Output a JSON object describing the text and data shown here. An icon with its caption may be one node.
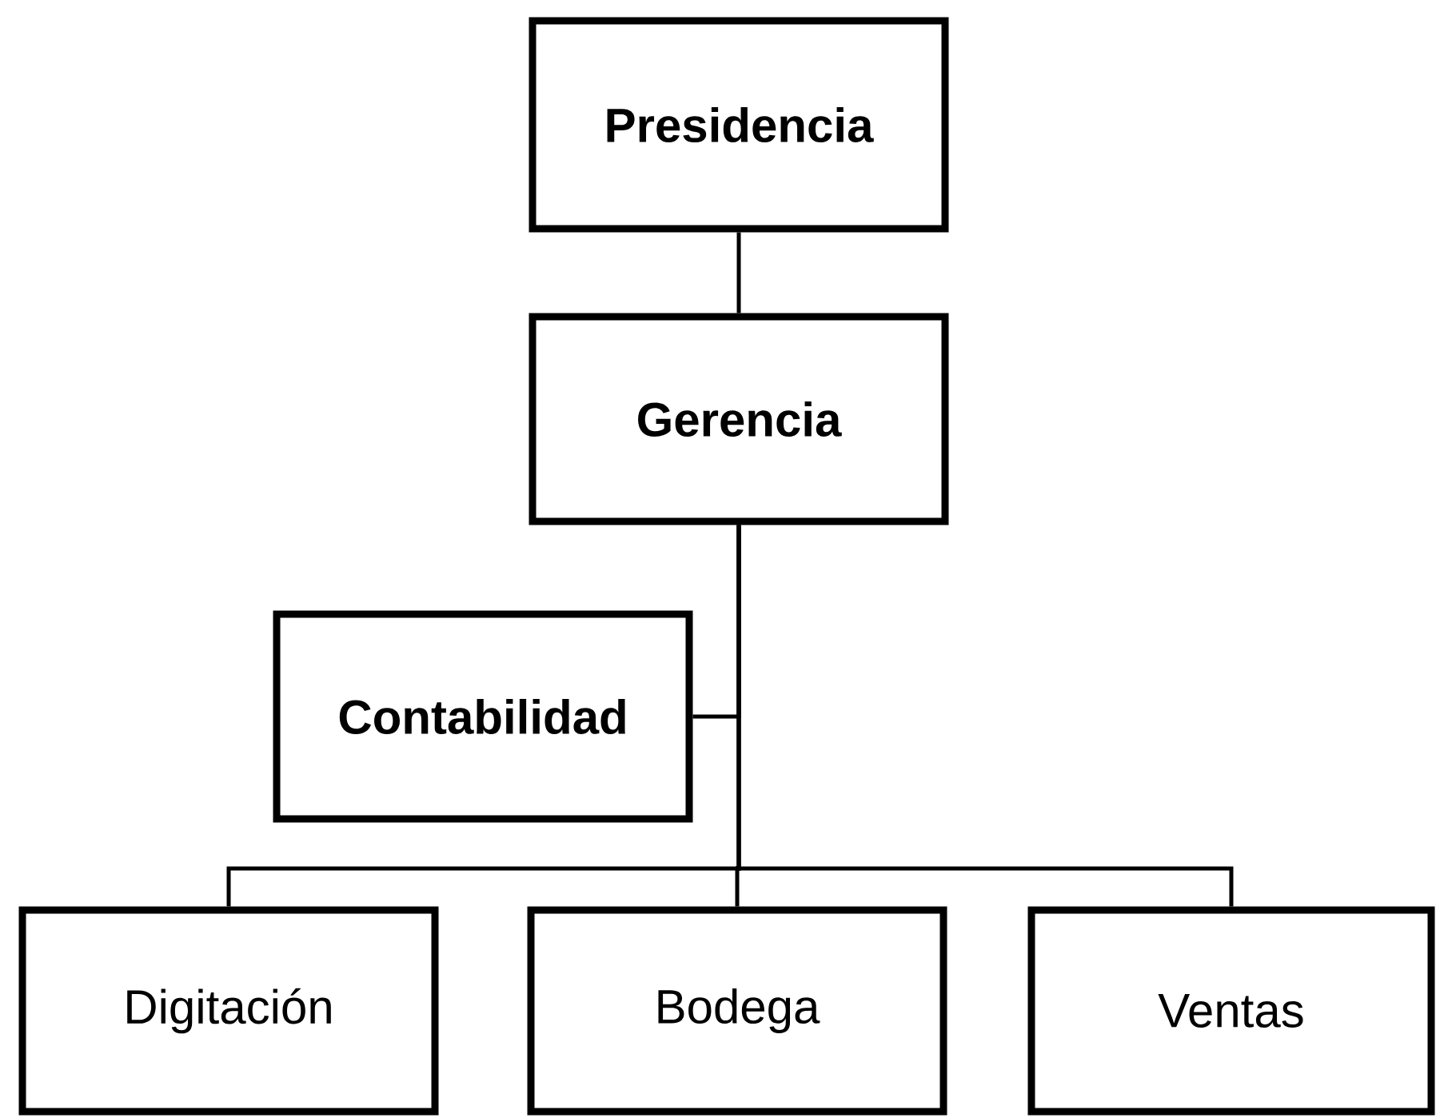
{
  "diagram": {
    "nodes": [
      {
        "text": [
          "Presidencia"
        ]
      },
      {
        "text": [
          "Gerencia"
        ]
      },
      {
        "text": [
          "Contabilidad"
        ]
      },
      {
        "text": [
          "Digitación"
        ]
      },
      {
        "text": [
          "Bodega"
        ]
      },
      {
        "text": [
          "Ventas"
        ]
      }
    ],
    "edges": [
      {
        "from": 0,
        "to": 1,
        "arrow": "none"
      },
      {
        "from": 1,
        "to": 2,
        "arrow": "none"
      },
      {
        "from": 1,
        "to": 3,
        "arrow": "none"
      },
      {
        "from": 1,
        "to": 4,
        "arrow": "none"
      },
      {
        "from": 1,
        "to": 5,
        "arrow": "none"
      }
    ]
  }
}
